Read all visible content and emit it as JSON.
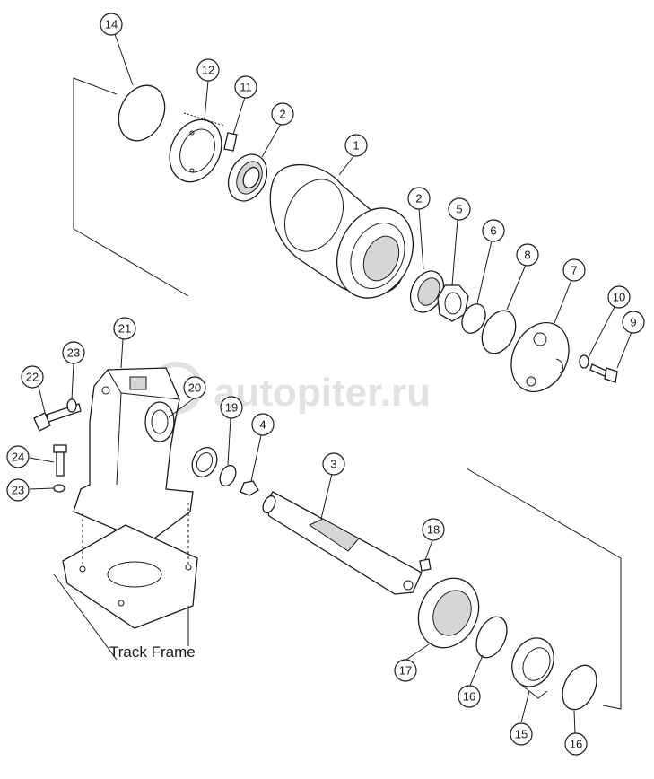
{
  "diagram": {
    "frame_label": "Track Frame",
    "watermark": "autopiter.ru",
    "callouts": [
      {
        "id": "c14",
        "num": "14"
      },
      {
        "id": "c12",
        "num": "12"
      },
      {
        "id": "c11",
        "num": "11"
      },
      {
        "id": "c2a",
        "num": "2"
      },
      {
        "id": "c1",
        "num": "1"
      },
      {
        "id": "c2b",
        "num": "2"
      },
      {
        "id": "c5",
        "num": "5"
      },
      {
        "id": "c6",
        "num": "6"
      },
      {
        "id": "c8",
        "num": "8"
      },
      {
        "id": "c7",
        "num": "7"
      },
      {
        "id": "c10",
        "num": "10"
      },
      {
        "id": "c9",
        "num": "9"
      },
      {
        "id": "c21",
        "num": "21"
      },
      {
        "id": "c23a",
        "num": "23"
      },
      {
        "id": "c22",
        "num": "22"
      },
      {
        "id": "c20",
        "num": "20"
      },
      {
        "id": "c19",
        "num": "19"
      },
      {
        "id": "c4",
        "num": "4"
      },
      {
        "id": "c3",
        "num": "3"
      },
      {
        "id": "c24",
        "num": "24"
      },
      {
        "id": "c23b",
        "num": "23"
      },
      {
        "id": "c18",
        "num": "18"
      },
      {
        "id": "c17",
        "num": "17"
      },
      {
        "id": "c16a",
        "num": "16"
      },
      {
        "id": "c15",
        "num": "15"
      },
      {
        "id": "c16b",
        "num": "16"
      }
    ]
  }
}
